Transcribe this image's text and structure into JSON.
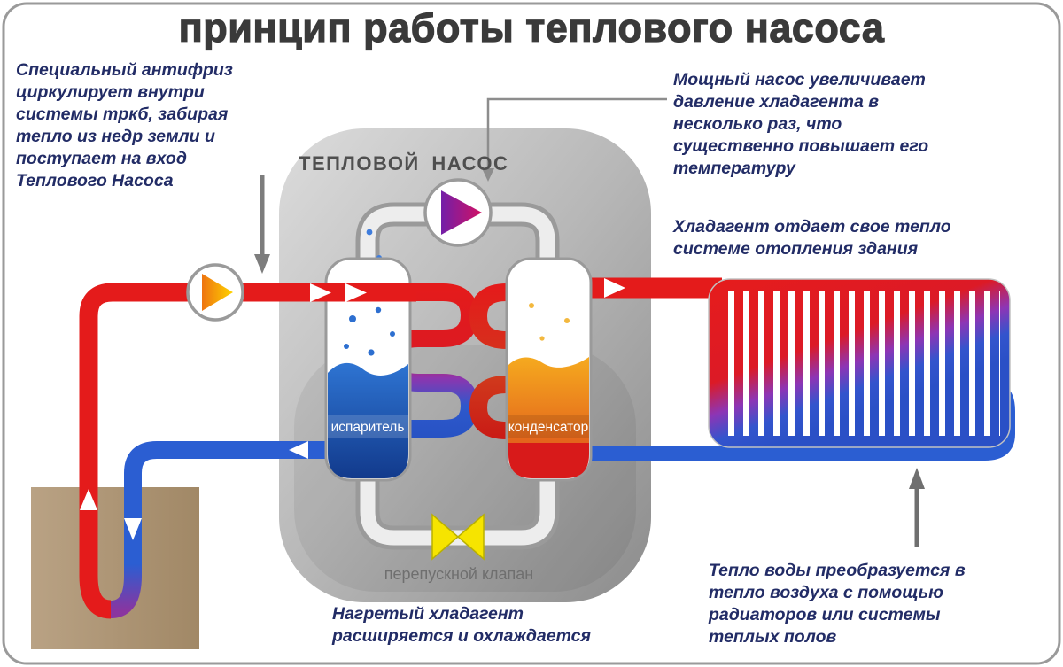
{
  "title": "принцип работы теплового насоса",
  "diagram": {
    "heat_pump_label": "ТЕПЛОВОЙ НАСОС",
    "evaporator_label": "испаритель",
    "condenser_label": "конденсатор",
    "valve_label": "перепускной клапан"
  },
  "annotations": {
    "ground_loop": "Специальный антифриз\nциркулирует внутри\nсистемы тркб, забирая\nтепло из недр земли и\nпоступает на вход\nТеплового Насоса",
    "compressor": "Мощный насос увеличивает\nдавление хладагента в\nнесколько раз, что\nсущественно повышает его\nтемпературу",
    "condenser_output": "Хладагент отдает свое тепло\nсистеме отопления здания",
    "radiator": "Тепло воды преобразуется в\nтепло воздуха  с помощью\nрадиаторов или системы\nтеплых полов",
    "expansion": "Нагретый хладагент\nрасширяется и охлаждается"
  },
  "colors": {
    "hot_pipe": "#e41b1b",
    "cold_pipe": "#2b5ed2",
    "valve_yellow": "#f6e400",
    "ground_tan": "#b29877",
    "annotation_text": "#222c66",
    "title_text": "#3a3a3a",
    "pump_rotor_gradient": [
      "#ee7410",
      "#ffd400"
    ],
    "compressor_rotor_gradient": [
      "#731fa8",
      "#d11164"
    ],
    "radiator_gradient": [
      "#e61c1c",
      "#2a50c6"
    ]
  }
}
